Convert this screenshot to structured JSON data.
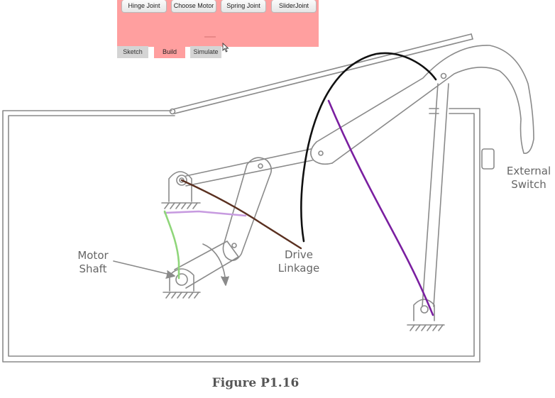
{
  "toolbar": {
    "buttons": [
      {
        "label": "Hinge Joint"
      },
      {
        "label": "Choose Motor"
      },
      {
        "label": "Spring Joint"
      },
      {
        "label": "SliderJoint"
      }
    ]
  },
  "tabs": [
    {
      "label": "Sketch",
      "active": false
    },
    {
      "label": "Build",
      "active": true
    },
    {
      "label": "Simulate",
      "active": false
    }
  ],
  "figure": {
    "labels": {
      "motor_shaft_line1": "Motor",
      "motor_shaft_line2": "Shaft",
      "drive_linkage_line1": "Drive",
      "drive_linkage_line2": "Linkage",
      "external_switch_line1": "External",
      "external_switch_line2": "Switch"
    },
    "caption": "Figure P1.16"
  },
  "colors": {
    "panel": "#ff9f9f",
    "tab_inactive": "#d4d4d4",
    "stroke_black": "#111111",
    "stroke_purple": "#7a1fa0",
    "stroke_lavender": "#c79be0",
    "stroke_green": "#8fd67a",
    "stroke_brown": "#5a3020",
    "drawing_lines": "#888888"
  }
}
